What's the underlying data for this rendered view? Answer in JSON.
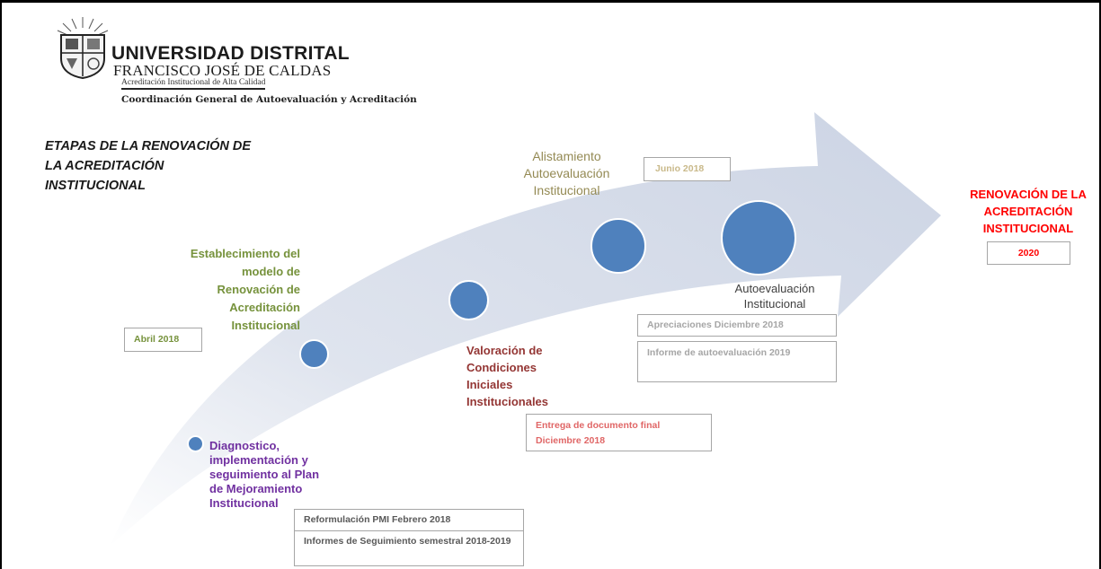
{
  "header": {
    "university": "UNIVERSIDAD DISTRITAL",
    "university_name": "FRANCISCO JOSÉ DE CALDAS",
    "tagline": "Acreditación Institucional de Alta Calidad",
    "coordination": "Coordinación General de Autoevaluación y Acreditación"
  },
  "title": {
    "line1": "ETAPAS DE LA RENOVACIÓN DE",
    "line2": "LA ACREDITACIÓN",
    "line3": "INSTITUCIONAL"
  },
  "stages": [
    {
      "lines": [
        "Diagnostico,",
        "implementación y",
        "seguimiento al Plan",
        "de Mejoramiento",
        "Institucional"
      ],
      "color": "#7030a0",
      "boxes": [
        "Reformulación PMI Febrero 2018",
        "Informes de Seguimiento semestral 2018-2019"
      ]
    },
    {
      "lines": [
        "Establecimiento del",
        "modelo de",
        "Renovación de",
        "Acreditación",
        "Institucional"
      ],
      "color": "#76923c",
      "boxes": [
        "Abril 2018"
      ]
    },
    {
      "lines": [
        "Valoración de",
        "Condiciones",
        "Iniciales",
        "Institucionales"
      ],
      "color": "#943634",
      "boxes": [
        "Entrega de documento final Diciembre 2018"
      ]
    },
    {
      "lines": [
        "Alistamiento",
        "Autoevaluación",
        "Institucional"
      ],
      "color": "#948a54",
      "boxes": [
        "Junio 2018"
      ]
    },
    {
      "lines": [
        "Autoevaluación",
        "Institucional"
      ],
      "color": "#6d6d6d",
      "boxes": [
        "Apreciaciones Diciembre 2018",
        "Informe de autoevaluación 2019"
      ]
    }
  ],
  "goal": {
    "lines": [
      "RENOVACIÓN DE LA",
      "ACREDITACIÓN",
      "INSTITUCIONAL"
    ],
    "year": "2020",
    "color": "#ff0000"
  },
  "colors": {
    "arrow": "#d5dbe8",
    "milestone_fill": "#4f81bd",
    "box_border": "#a6a6a6"
  }
}
